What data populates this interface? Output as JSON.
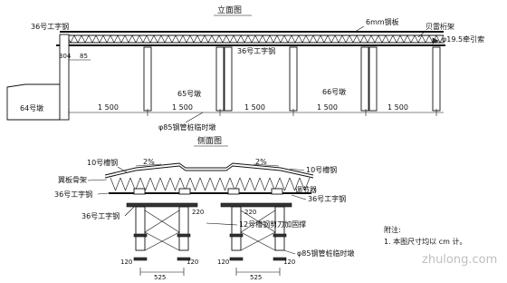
{
  "elevation": {
    "title": "立面图",
    "labels": {
      "steel_plate": "6mm钢板",
      "beiley_truss": "贝雷桁架",
      "i_beam_36_top": "36号工字钢",
      "i_beam_36_mid": "36号工字钢",
      "traction_rope": "φ19.5牵引索",
      "pier_64": "64号墩",
      "pier_65": "65号墩",
      "pier_66": "66号墩",
      "temp_pier": "φ85钢管桩临时墩"
    },
    "dims": {
      "d304": "304",
      "d85": "85",
      "span1": "1 500",
      "span2": "1 500",
      "span3": "1 500",
      "span4": "1 500",
      "span5": "1 500"
    }
  },
  "section": {
    "title": "侧面图",
    "labels": {
      "channel_10_left": "10号槽钢",
      "channel_10_right": "10号槽钢",
      "wing_frame": "翼板骨架",
      "i_beam_36_left": "36号工字钢",
      "i_beam_36_right": "36号工字钢",
      "i_beam_36_bottom": "36号工字钢",
      "adjuster": "调节器",
      "channel_12_bracing": "12号槽钢剪刀加固撑",
      "temp_pier": "φ85钢管桩临时墩",
      "slope_left": "2%",
      "slope_right": "2%"
    },
    "dims": {
      "d220_left": "220",
      "d220_right": "220",
      "d120_1": "120",
      "d120_2": "120",
      "d120_3": "120",
      "d120_4": "120",
      "d525_left": "525",
      "d525_right": "525"
    }
  },
  "notes": {
    "heading": "附注:",
    "line1": "1. 本图尺寸均以 cm 计。"
  },
  "watermark": "zhulong.com"
}
